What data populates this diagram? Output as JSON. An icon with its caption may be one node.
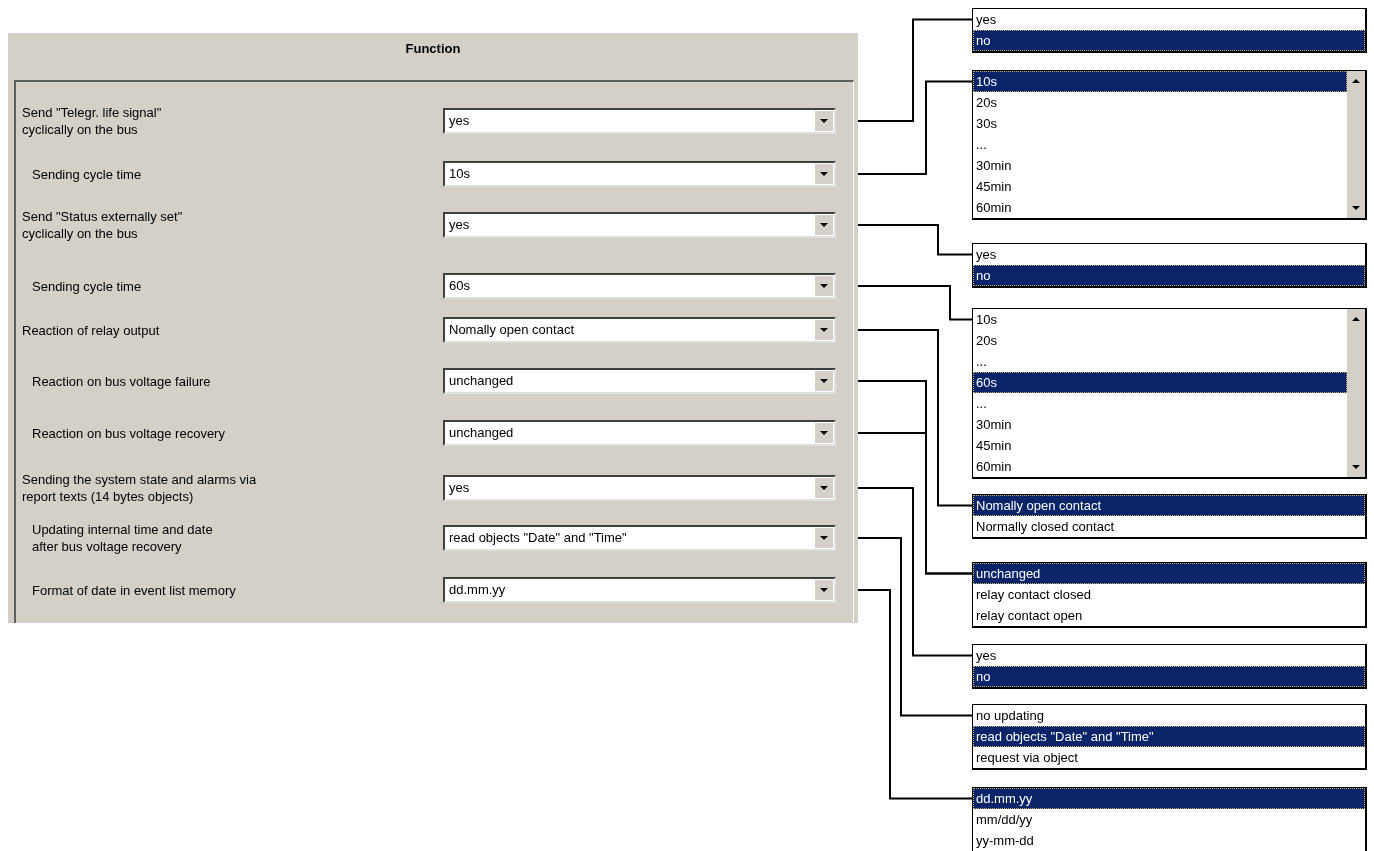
{
  "diagram": {
    "nodes": [
      {
        "text": [
          "Function"
        ]
      },
      {
        "text": [
          "yes"
        ],
        "in": 0
      },
      {
        "text": [
          "10s"
        ],
        "in": 0
      },
      {
        "text": [
          "yes"
        ],
        "in": 0
      },
      {
        "text": [
          "60s"
        ],
        "in": 0
      },
      {
        "text": [
          "Nomally open contact"
        ],
        "in": 0
      },
      {
        "text": [
          "unchanged"
        ],
        "in": 0
      },
      {
        "text": [
          "unchanged"
        ],
        "in": 0
      },
      {
        "text": [
          "yes"
        ],
        "in": 0
      },
      {
        "text": [
          "read objects \"Date\" and \"Time\""
        ],
        "in": 0
      },
      {
        "text": [
          "dd.mm.yy"
        ],
        "in": 0
      },
      {
        "text": [
          "yes",
          "no"
        ]
      },
      {
        "text": [
          "10s",
          "20s",
          "30s",
          "...",
          "30min",
          "45min",
          "60min"
        ]
      },
      {
        "text": [
          "yes",
          "no"
        ]
      },
      {
        "text": [
          "10s",
          "20s",
          "...",
          "60s",
          "...",
          "30min",
          "45min",
          "60min"
        ]
      },
      {
        "text": [
          "Nomally open contact",
          "Normally closed contact"
        ]
      },
      {
        "text": [
          "unchanged",
          "relay contact closed",
          "relay contact open"
        ]
      },
      {
        "text": [
          "yes",
          "no"
        ]
      },
      {
        "text": [
          "no updating",
          "read objects \"Date\" and \"Time\"",
          "request via object"
        ]
      },
      {
        "text": [
          "dd.mm.yy",
          "mm/dd/yy",
          "yy-mm-dd"
        ]
      }
    ],
    "edges": [
      {
        "from": 1,
        "to": 11,
        "arrow": "none"
      },
      {
        "from": 2,
        "to": 12,
        "arrow": "none"
      },
      {
        "from": 3,
        "to": 13,
        "arrow": "none"
      },
      {
        "from": 4,
        "to": 14,
        "arrow": "none"
      },
      {
        "from": 5,
        "to": 15,
        "arrow": "none"
      },
      {
        "from": 6,
        "to": 16,
        "arrow": "none"
      },
      {
        "from": 7,
        "to": 16,
        "arrow": "none"
      },
      {
        "from": 8,
        "to": 17,
        "arrow": "none"
      },
      {
        "from": 9,
        "to": 18,
        "arrow": "none"
      },
      {
        "from": 10,
        "to": 19,
        "arrow": "none"
      }
    ],
    "labels": [
      "Send \"Telegr. life signal\" cyclically on the bus",
      "Sending cycle time",
      "Send \"Status externally set\" cyclically on the bus",
      "Sending cycle time",
      "Reaction of relay output",
      "Reaction on bus voltage failure",
      "Reaction on bus voltage recovery",
      "Sending the system state and alarms via report texts (14 bytes objects)",
      "Updating internal time and date after bus voltage recovery",
      "Format of date in event list memory"
    ]
  }
}
